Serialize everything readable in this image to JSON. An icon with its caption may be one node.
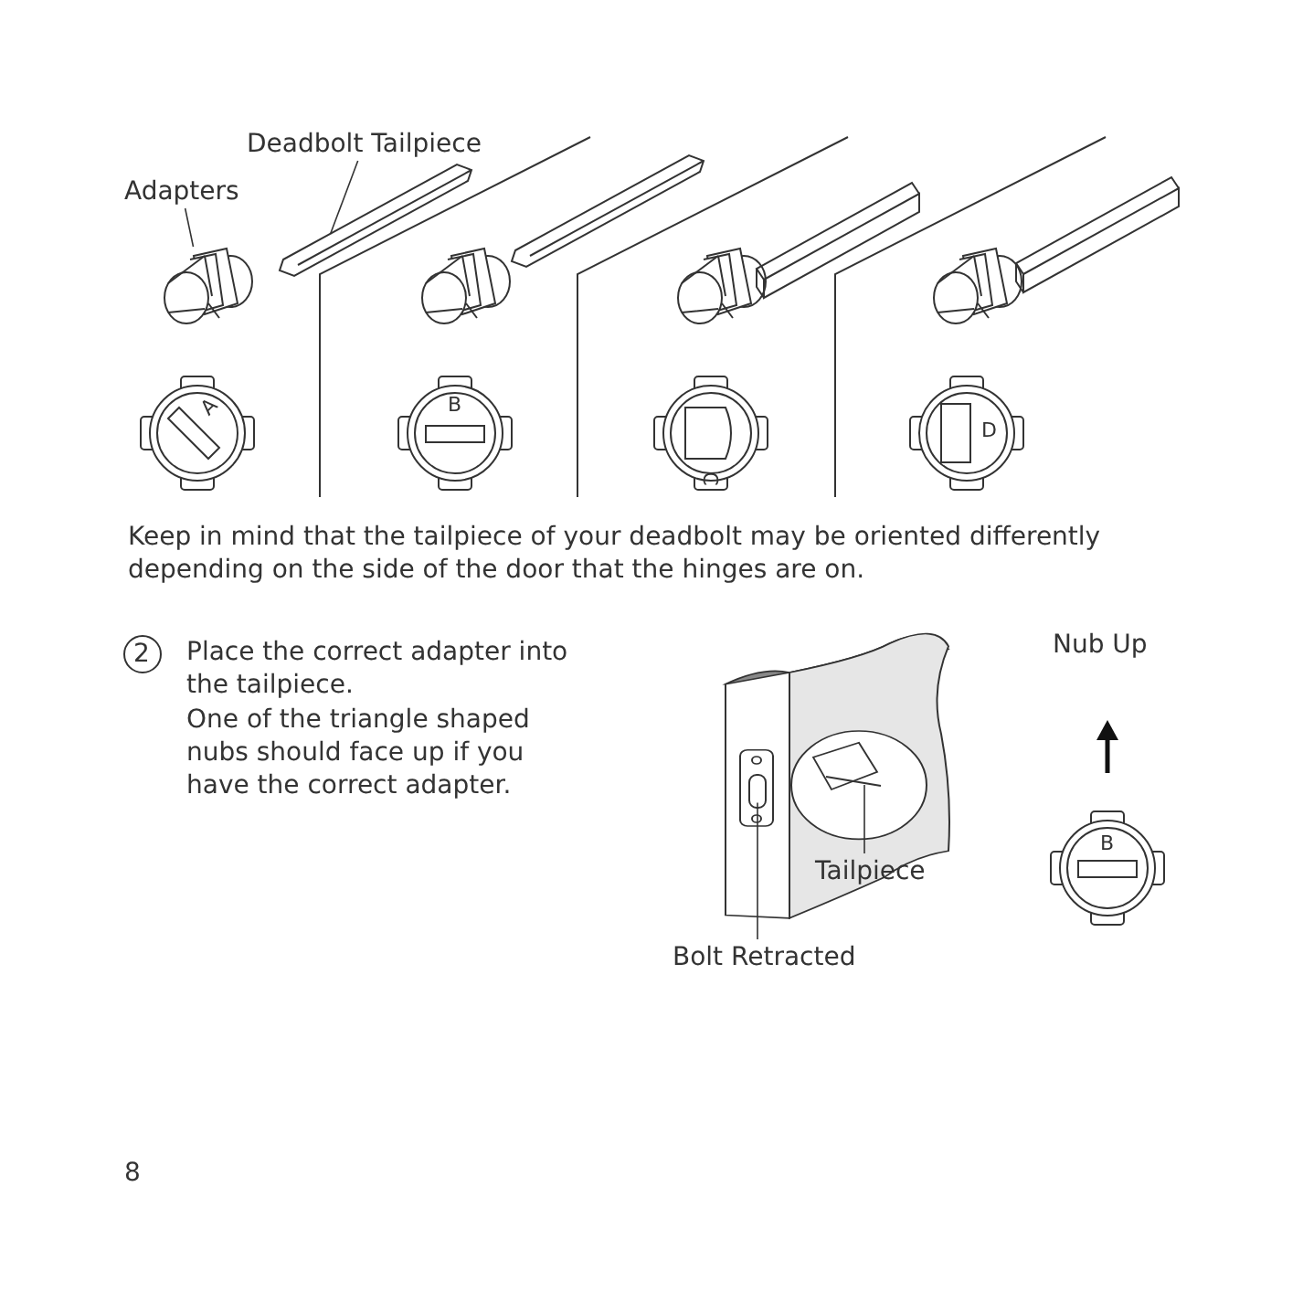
{
  "diagram": {
    "nodes": [
      {
        "text": [
          "Deadbolt Tailpiece"
        ]
      },
      {
        "text": [],
        "shape": "bar"
      },
      {
        "text": [
          "Adapters"
        ]
      },
      {
        "text": [],
        "shape": "picture"
      },
      {
        "text": [
          "Tailpiece"
        ]
      },
      {
        "text": [
          "Bolt Retracted"
        ]
      },
      {
        "text": [],
        "shape": "box"
      },
      {
        "text": [],
        "shape": "bar"
      }
    ],
    "edges": [
      {
        "from": 0,
        "to": 1,
        "arrow": "none"
      },
      {
        "from": 2,
        "to": 3,
        "arrow": "none"
      },
      {
        "from": 4,
        "to": 7,
        "arrow": "none"
      },
      {
        "from": 5,
        "to": 6,
        "arrow": "none"
      }
    ],
    "labels": [
      "A",
      "B",
      "C",
      "D",
      "Keep in mind that the tailpiece of your deadbolt may be oriented differently depending on the side of the door that the hinges are on.",
      "2",
      "Place the correct adapter into the tailpiece.",
      "One of the triangle shaped nubs should face up if you have the correct adapter.",
      "Nub Up",
      "B",
      "8"
    ]
  }
}
